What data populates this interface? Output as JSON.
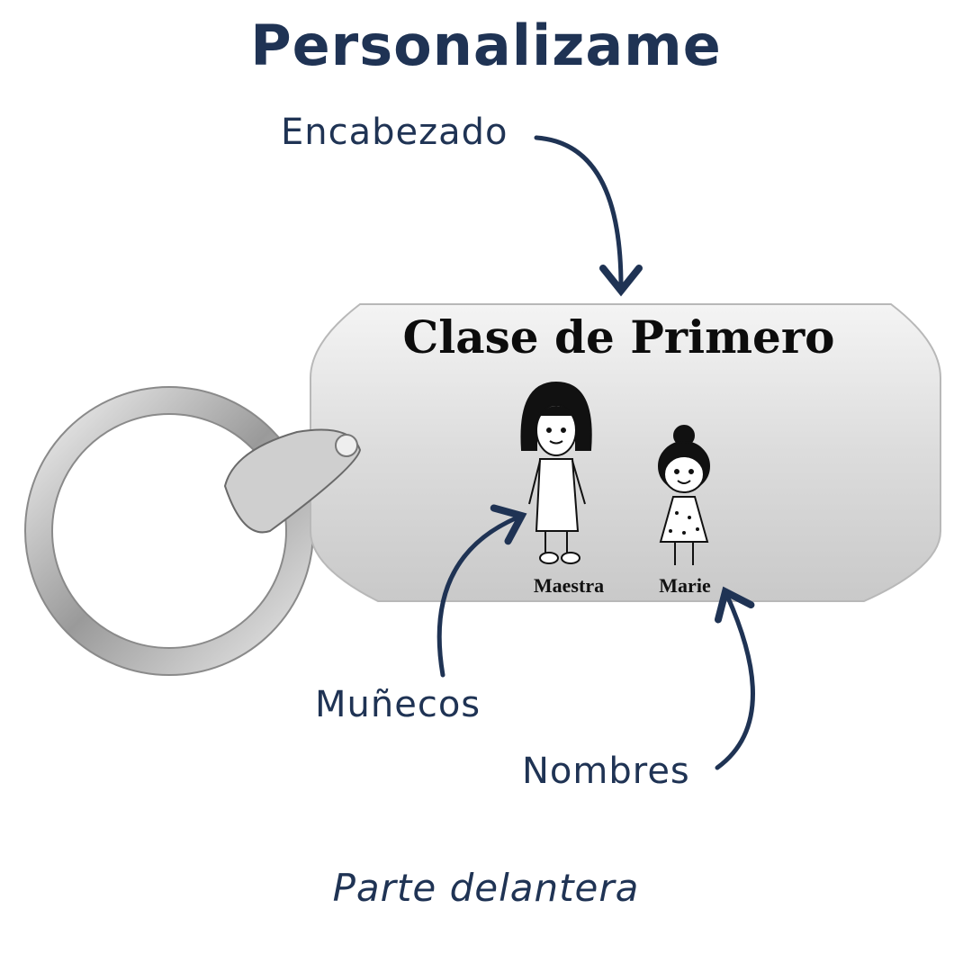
{
  "title": "Personalizame",
  "labels": {
    "header": "Encabezado",
    "figures": "Muñecos",
    "names": "Nombres"
  },
  "tag": {
    "heading": "Clase de Primero",
    "names": [
      "Maestra",
      "Marie"
    ]
  },
  "footer": "Parte delantera",
  "colors": {
    "accent": "#1f3354",
    "metal": "#d9d9d9"
  }
}
